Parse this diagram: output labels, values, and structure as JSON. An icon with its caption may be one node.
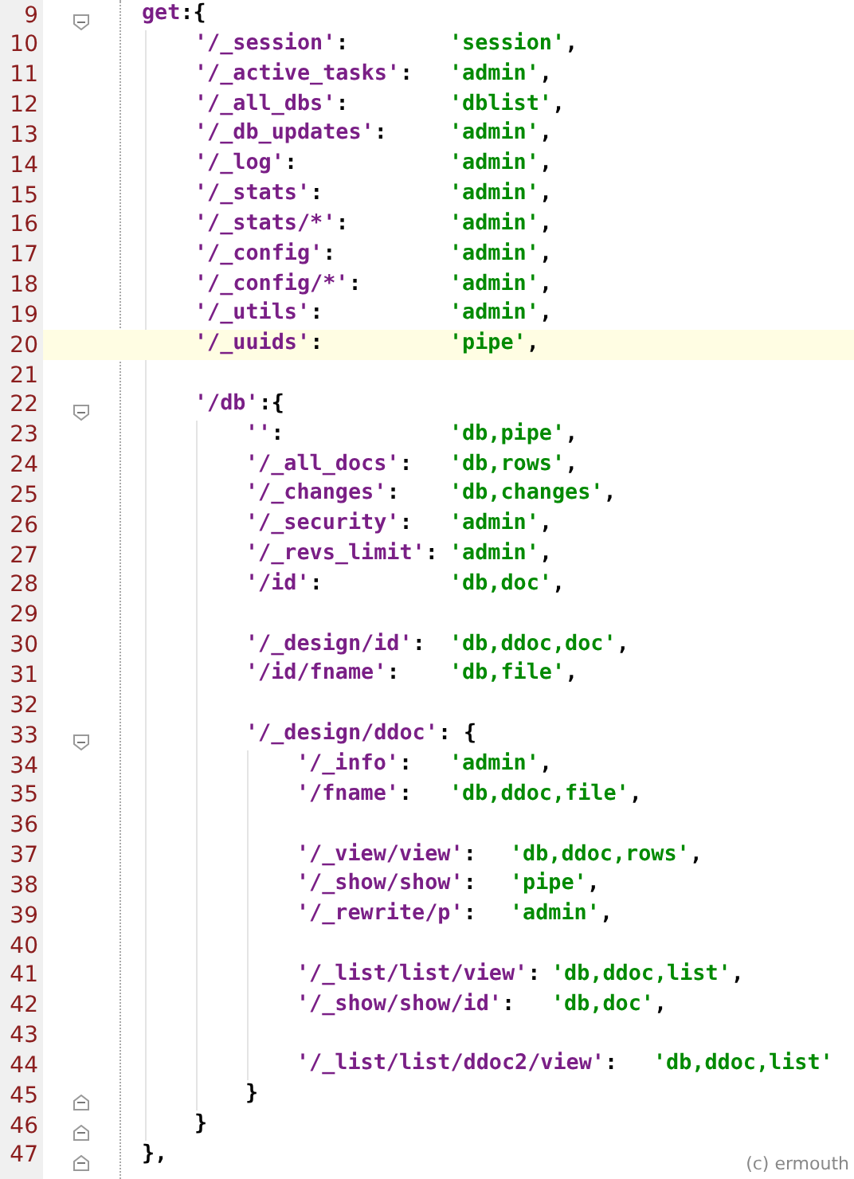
{
  "diagram": {
    "labels": [
      "9",
      "get:{",
      "10",
      "'/_session':",
      "'session',",
      "11",
      "'/_active_tasks':",
      "'admin',",
      "12",
      "'/_all_dbs':",
      "'dblist',",
      "13",
      "'/_db_updates':",
      "'admin',",
      "14",
      "'/_log':",
      "'admin',",
      "15",
      "'/_stats':",
      "'admin',",
      "16",
      "'/_stats/*':",
      "'admin',",
      "17",
      "'/_config':",
      "'admin',",
      "18",
      "'/_config/*':",
      "'admin',",
      "19",
      "'/_utils':",
      "'admin',",
      "20",
      "'/_uuids':",
      "'pipe',",
      "21",
      "22",
      "'/db':{",
      "23",
      "'':",
      "'db,pipe',",
      "24",
      "'/_all_docs':",
      "'db,rows',",
      "25",
      "'/_changes':",
      "'db,changes',",
      "26",
      "'/_security':",
      "'admin',",
      "27",
      "'/_revs_limit':",
      "'admin',",
      "28",
      "'/id':",
      "'db,doc',",
      "29",
      "30",
      "'/_design/id':",
      "'db,ddoc,doc',",
      "31",
      "'/id/fname':",
      "'db,file',",
      "32",
      "33",
      "'/_design/ddoc': {",
      "34",
      "'/_info':",
      "'admin',",
      "35",
      "'/fname':",
      "'db,ddoc,file',",
      "36",
      "37",
      "'/_view/view':",
      "'db,ddoc,rows',",
      "38",
      "'/_show/show':",
      "'pipe',",
      "39",
      "'/_rewrite/p':",
      "'admin',",
      "40",
      "41",
      "'/_list/list/view':",
      "'db,ddoc,list',",
      "42",
      "'/_show/show/id':",
      "'db,doc',",
      "43",
      "44",
      "'/_list/list/ddoc2/view':",
      "'db,ddoc,list'",
      "45",
      "}",
      "46",
      "}",
      "47",
      "},",
      "(c) ermouth"
    ]
  }
}
